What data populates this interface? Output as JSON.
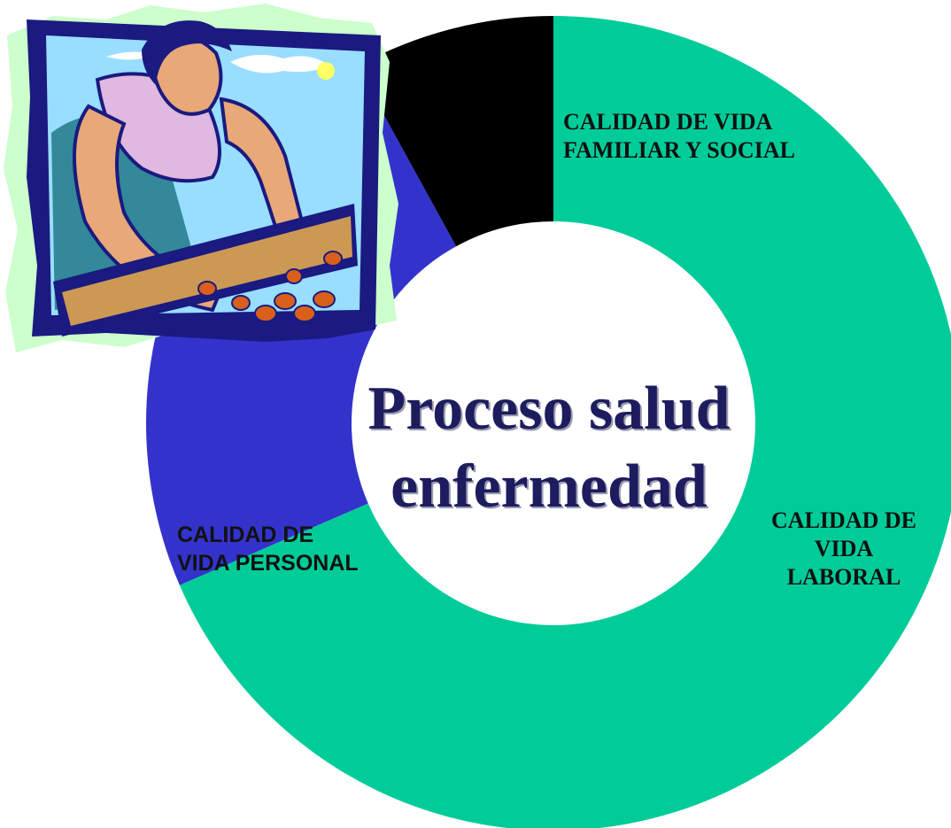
{
  "center_title": {
    "line1": "Proceso salud",
    "line2": "enfermedad",
    "color": "#1c1c5e"
  },
  "segments": [
    {
      "id": "laboral",
      "share": 0.685,
      "color": "#00cc99",
      "label_lines": [
        "CALIDAD DE",
        "VIDA",
        "LABORAL"
      ]
    },
    {
      "id": "personal",
      "share": 0.235,
      "color": "#3333cc",
      "label_lines": [
        "CALIDAD DE",
        "VIDA PERSONAL"
      ]
    },
    {
      "id": "familiar",
      "share": 0.08,
      "color": "#000000",
      "label_lines": [
        "CALIDAD DE VIDA",
        "FAMILIAR Y SOCIAL"
      ]
    }
  ],
  "clipart": {
    "icon": "woman-sorting-fruit-clipart",
    "colors": {
      "frame": "#1a1a80",
      "sky": "#99ddff",
      "backdrop": "#ccffcc",
      "skin": "#e8a878",
      "blouse": "#e0b8e0",
      "fruit": "#d9601a"
    }
  }
}
